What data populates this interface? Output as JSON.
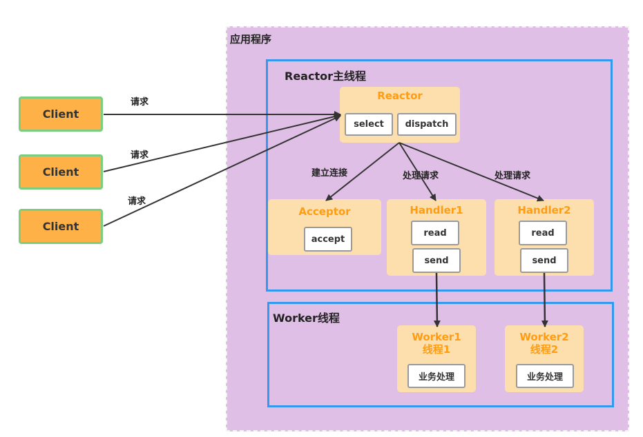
{
  "app": {
    "title": "应用程序"
  },
  "clients": [
    {
      "label": "Client",
      "request_label": "请求"
    },
    {
      "label": "Client",
      "request_label": "请求"
    },
    {
      "label": "Client",
      "request_label": "请求"
    }
  ],
  "reactor_group": {
    "title": "Reactor主线程",
    "reactor": {
      "title": "Reactor",
      "ops": [
        "select",
        "dispatch"
      ]
    },
    "edge_labels": {
      "connect": "建立连接",
      "handle1": "处理请求",
      "handle2": "处理请求"
    },
    "acceptor": {
      "title": "Acceptor",
      "ops": [
        "accept"
      ]
    },
    "handlers": [
      {
        "title": "Handler1",
        "ops": [
          "read",
          "send"
        ]
      },
      {
        "title": "Handler2",
        "ops": [
          "read",
          "send"
        ]
      }
    ]
  },
  "worker_group": {
    "title": "Worker线程",
    "workers": [
      {
        "title_line1": "Worker1",
        "title_line2": "线程1",
        "op": "业务处理"
      },
      {
        "title_line1": "Worker2",
        "title_line2": "线程2",
        "op": "业务处理"
      }
    ]
  },
  "colors": {
    "app_bg": "#e0bfe6",
    "group_border": "#3399ee",
    "client_fill": "#fdb147",
    "client_border": "#7ccd7f",
    "component_fill": "#fddfae",
    "component_title": "#ff9c10"
  }
}
